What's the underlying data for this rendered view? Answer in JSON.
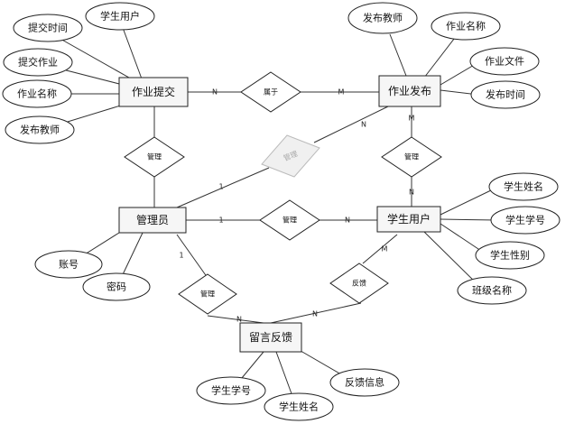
{
  "entities": [
    {
      "id": "submit",
      "label": "作业提交"
    },
    {
      "id": "publish",
      "label": "作业发布"
    },
    {
      "id": "admin",
      "label": "管理员"
    },
    {
      "id": "student",
      "label": "学生用户"
    },
    {
      "id": "feedback",
      "label": "留言反馈"
    }
  ],
  "relationships": [
    {
      "id": "belongs",
      "label": "属于"
    },
    {
      "id": "manage_submit",
      "label": "管理"
    },
    {
      "id": "manage_publish",
      "label": "管理"
    },
    {
      "id": "manage_student",
      "label": "管理"
    },
    {
      "id": "manage_pubstudent",
      "label": "管理"
    },
    {
      "id": "manage_feedback",
      "label": "管理"
    },
    {
      "id": "feedback_rel",
      "label": "反馈"
    }
  ],
  "attributes": [
    {
      "entity": "submit",
      "label": "学生用户"
    },
    {
      "entity": "submit",
      "label": "提交时间"
    },
    {
      "entity": "submit",
      "label": "提交作业"
    },
    {
      "entity": "submit",
      "label": "作业名称"
    },
    {
      "entity": "submit",
      "label": "发布教师"
    },
    {
      "entity": "publish",
      "label": "发布教师"
    },
    {
      "entity": "publish",
      "label": "作业名称"
    },
    {
      "entity": "publish",
      "label": "作业文件"
    },
    {
      "entity": "publish",
      "label": "发布时间"
    },
    {
      "entity": "student",
      "label": "学生姓名"
    },
    {
      "entity": "student",
      "label": "学生学号"
    },
    {
      "entity": "student",
      "label": "学生性别"
    },
    {
      "entity": "student",
      "label": "班级名称"
    },
    {
      "entity": "admin",
      "label": "账号"
    },
    {
      "entity": "admin",
      "label": "密码"
    },
    {
      "entity": "feedback",
      "label": "学生学号"
    },
    {
      "entity": "feedback",
      "label": "学生姓名"
    },
    {
      "entity": "feedback",
      "label": "反馈信息"
    }
  ],
  "cardinalities": [
    "N",
    "M",
    "N",
    "1",
    "M",
    "N",
    "1",
    "N",
    "1",
    "N",
    "N",
    "M"
  ]
}
